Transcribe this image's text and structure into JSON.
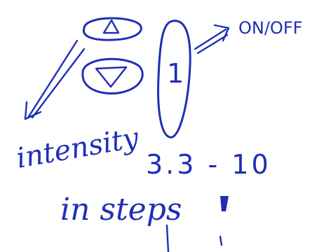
{
  "note": {
    "switch_label": "1",
    "on_off_label": "ON/OFF",
    "intensity_label": "intensity",
    "range_label": "3.3 - 10",
    "steps_label": "in steps",
    "exclamation": "!"
  },
  "icons": {
    "up": "triangle-up-icon",
    "down": "triangle-down-icon"
  },
  "colors": {
    "ink": "#1f2fb5",
    "paper": "#ffffff"
  }
}
